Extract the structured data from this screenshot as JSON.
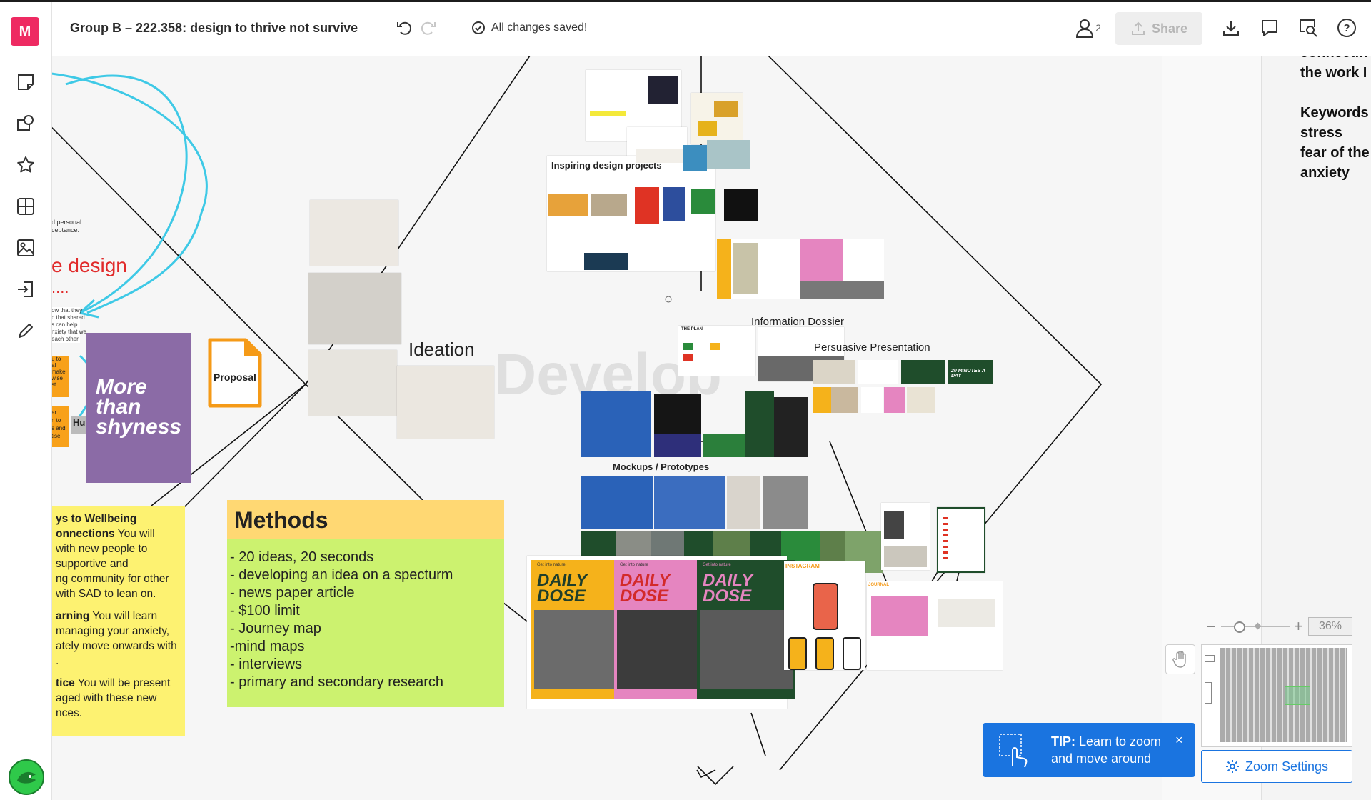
{
  "app": {
    "logo_letter": "M",
    "brand_color": "#ee2a62",
    "accent": "#1a74e0"
  },
  "header": {
    "title": "Group B – 222.358: design to thrive not survive",
    "save_status": "All changes saved!",
    "collaborators_count": "2",
    "share_label": "Share"
  },
  "sidebar": {
    "tools": [
      "sticky-note-icon",
      "shapes-icon",
      "star-icon",
      "grid-icon",
      "image-icon",
      "import-icon",
      "pen-icon"
    ]
  },
  "canvas": {
    "ghost_word": "Develop",
    "partial_text_design": "e design",
    "partial_text_dots": "....",
    "partial_personal": "d personal\nceptance.",
    "partial_shared": "ow that they\nd that shared\ns can help\nnxiety that we\neach other",
    "section_labels": {
      "ideation": "Ideation",
      "inspiring": "Inspiring design projects",
      "info_dossier": "Information Dossier",
      "persuasive": "Persuasive Presentation",
      "mockups": "Mockups / Prototypes"
    },
    "proposal_label": "Proposal",
    "more_than_shyness": "More than shyness",
    "hu_text": "Hu",
    "methods": {
      "title": "Methods",
      "items": [
        "- 20 ideas, 20 seconds",
        "- developing an idea on a specturm",
        "- news paper article",
        "- $100 limit",
        "- Journey map",
        "-mind maps",
        "- interviews",
        "- primary and secondary research"
      ]
    },
    "wellbeing_sticky": {
      "line1": "ys to Wellbeing",
      "line2_bold": "onnections",
      "line2_rest": " You will",
      "line3": " with new people to",
      "line4": " supportive and",
      "line5": "ng community for other",
      "line6": "with SAD to lean on.",
      "line7_bold": "arning",
      "line7_rest": " You will learn",
      "line8": "managing your anxiety,",
      "line9": "ately move onwards with",
      "line10": ".",
      "line11_bold": "tice",
      "line11_rest": " You will be present",
      "line12": "aged with these new",
      "line13": "nces."
    },
    "orange_snippets": [
      "u to",
      "al",
      "make",
      "wise",
      "st",
      "er",
      "n to",
      "s and",
      "tise"
    ],
    "posters": [
      {
        "top": "Get into nature",
        "title": "DAILY DOSE",
        "bg": "#f5b21b"
      },
      {
        "top": "Get into nature",
        "title": "DAILY DOSE",
        "bg": "#e585c0"
      },
      {
        "top": "Get into nature",
        "title": "DAILY DOSE",
        "bg": "#1f4d2b"
      }
    ],
    "instagram_label": "INSTAGRAM",
    "journal_label": "JOURNAL",
    "twenty_minutes": "20 MINUTES A DAY",
    "the_plan": "THE PLAN"
  },
  "right_panel": {
    "lines": [
      "connectin",
      "the work I",
      "",
      "Keywords",
      "stress",
      "fear of the",
      "anxiety"
    ]
  },
  "zoom": {
    "level": "36%",
    "settings_label": "Zoom Settings",
    "tip_bold": "TIP:",
    "tip_text": " Learn to zoom and move around"
  }
}
